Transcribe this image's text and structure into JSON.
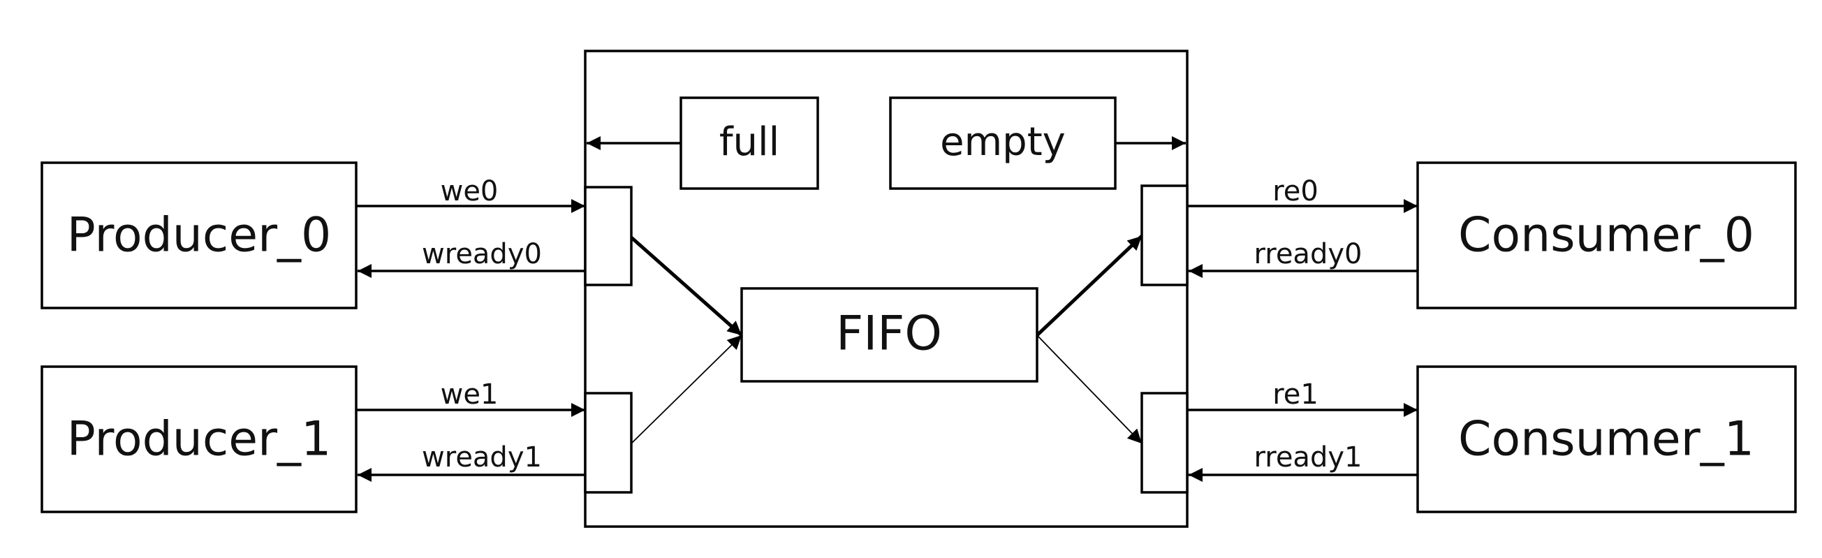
{
  "blocks": {
    "producer0": "Producer_0",
    "producer1": "Producer_1",
    "consumer0": "Consumer_0",
    "consumer1": "Consumer_1",
    "fifo": "FIFO",
    "full": "full",
    "empty": "empty"
  },
  "signals": {
    "we0": "we0",
    "wready0": "wready0",
    "we1": "we1",
    "wready1": "wready1",
    "re0": "re0",
    "rready0": "rready0",
    "re1": "re1",
    "rready1": "rready1"
  }
}
